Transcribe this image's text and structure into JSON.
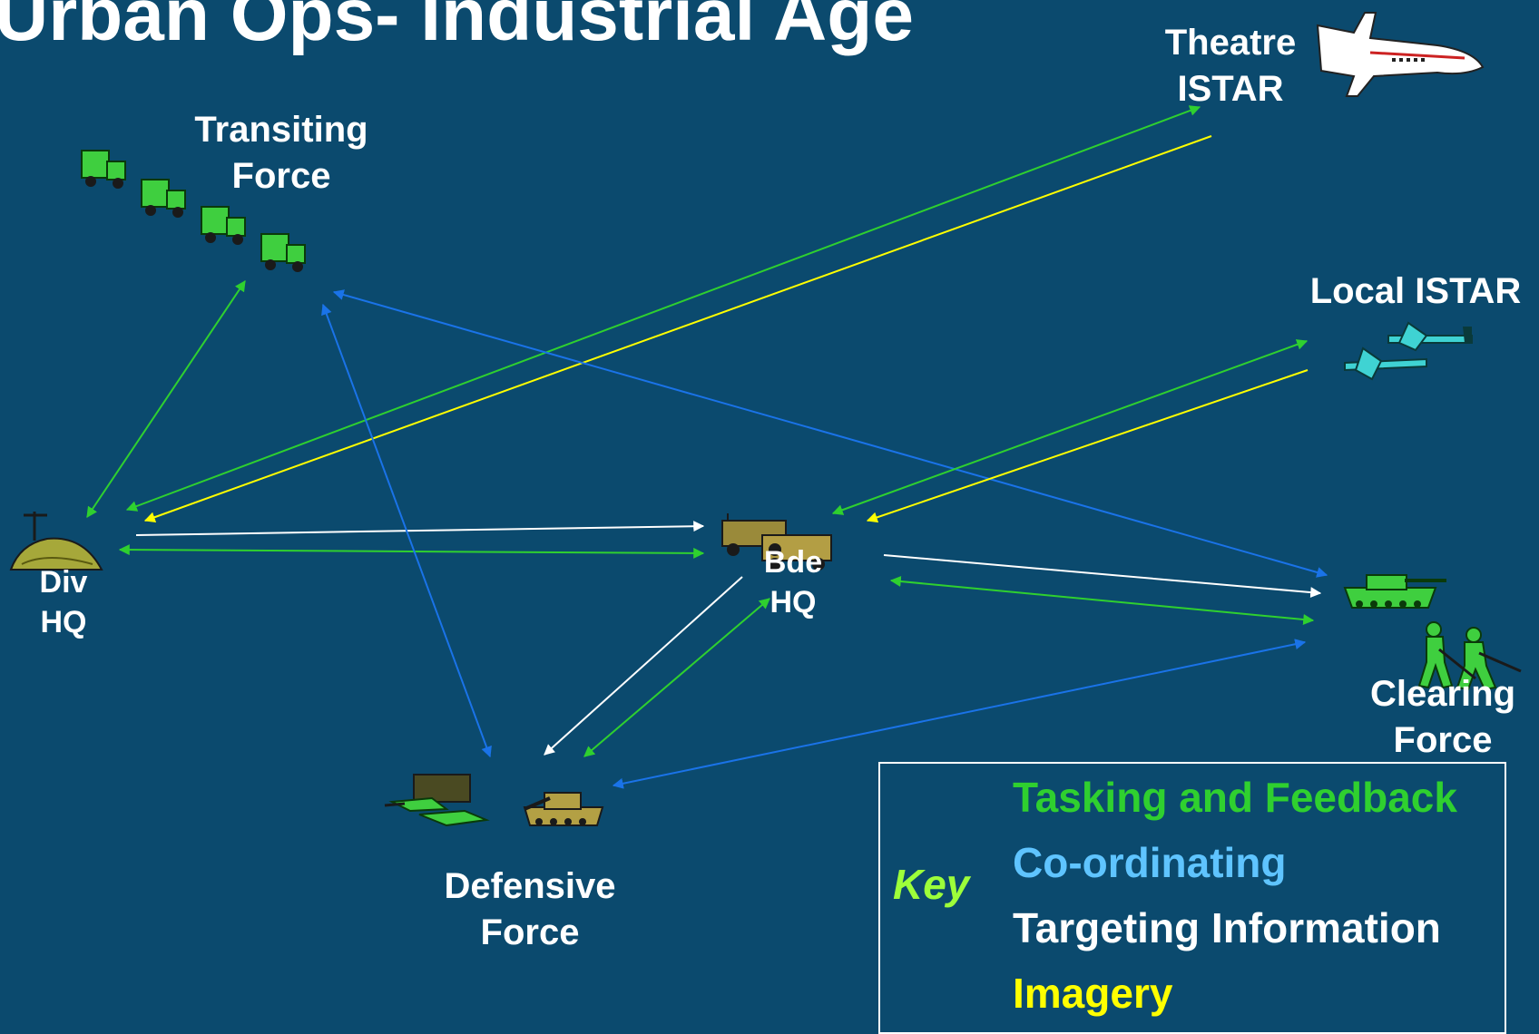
{
  "title": "Urban Ops- Industrial Age",
  "nodes": {
    "theatre_istar": {
      "line1": "Theatre",
      "line2": "ISTAR",
      "icon": "jet-aircraft-icon"
    },
    "local_istar": {
      "line1": "Local ISTAR",
      "icon": "uav-icon"
    },
    "transiting_force": {
      "line1": "Transiting",
      "line2": "Force",
      "icon": "truck-convoy-icon"
    },
    "div_hq": {
      "line1": "Div",
      "line2": "HQ",
      "icon": "command-bunker-icon"
    },
    "bde_hq": {
      "line1": "Bde",
      "line2": "HQ",
      "icon": "command-vehicles-icon"
    },
    "clearing_force": {
      "line1": "Clearing",
      "line2": "Force",
      "icon": "tank-and-infantry-icon"
    },
    "defensive_force": {
      "line1": "Defensive",
      "line2": "Force",
      "icon": "vehicles-and-soldiers-icon"
    }
  },
  "key": {
    "word": "Key",
    "items": [
      {
        "label": "Tasking and Feedback",
        "color": "#2fd02f"
      },
      {
        "label": "Co-ordinating",
        "color": "#5fc4ff"
      },
      {
        "label": "Targeting Information",
        "color": "#ffffff"
      },
      {
        "label": "Imagery",
        "color": "#ffff00"
      }
    ]
  },
  "colors": {
    "background": "#0b4a6e",
    "tasking": "#2fd02f",
    "coordinating": "#1a73e8",
    "targeting": "#ffffff",
    "imagery": "#ffff00"
  }
}
